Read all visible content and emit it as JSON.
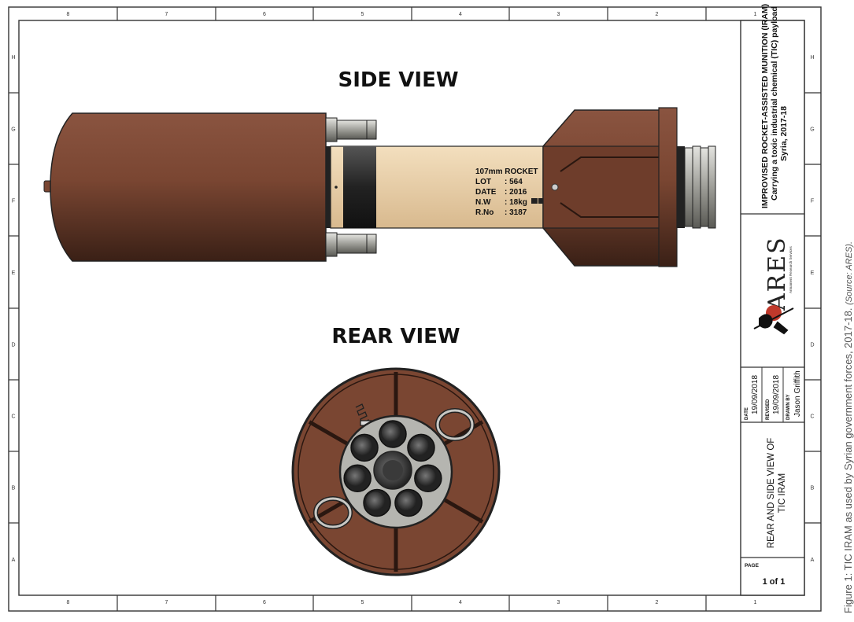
{
  "frame": {
    "col_labels": [
      "8",
      "7",
      "6",
      "5",
      "4",
      "3",
      "2",
      "1"
    ],
    "row_labels": [
      "H",
      "G",
      "F",
      "E",
      "D",
      "C",
      "B",
      "A"
    ]
  },
  "views": {
    "side_title": "SIDE VIEW",
    "rear_title": "REAR VIEW"
  },
  "rocket_marking": {
    "line1": "107mm ROCKET",
    "lot_label": "LOT",
    "lot_value": ": 564",
    "date_label": "DATE",
    "date_value": ": 2016",
    "nw_label": "N.W",
    "nw_value": ": 18kg",
    "rno_label": "R.No",
    "rno_value": ": 3187"
  },
  "title_block": {
    "title_line1": "IMPROVISED ROCKET-ASSISTED MUNITION (IRAM)",
    "title_line2": "Carrying a toxic industrial chemical (TIC) payload",
    "title_line3": "Syria, 2017-18",
    "logo_text": "ARES",
    "logo_subtext": "Armament Research Services",
    "date_label": "DATE",
    "date_value": "19/09/2018",
    "revised_label": "REVISED",
    "revised_value": "19/09/2018",
    "drawn_label": "DRAWN BY",
    "drawn_value": "Jason Griffith",
    "drawing_title_line1": "REAR AND SIDE VIEW OF",
    "drawing_title_line2": "TIC IRAM",
    "page_label": "PAGE",
    "page_value": "1 of 1"
  },
  "caption": {
    "text": "Figure 1: TIC IRAM as used by Syrian government forces, 2017-18.",
    "source": "(Source: ARES)."
  },
  "colors": {
    "brown": "#7a4632",
    "brown_dark": "#3a2016",
    "tan": "#e8cfa8",
    "grey": "#b5b5b0",
    "black": "#222222"
  }
}
